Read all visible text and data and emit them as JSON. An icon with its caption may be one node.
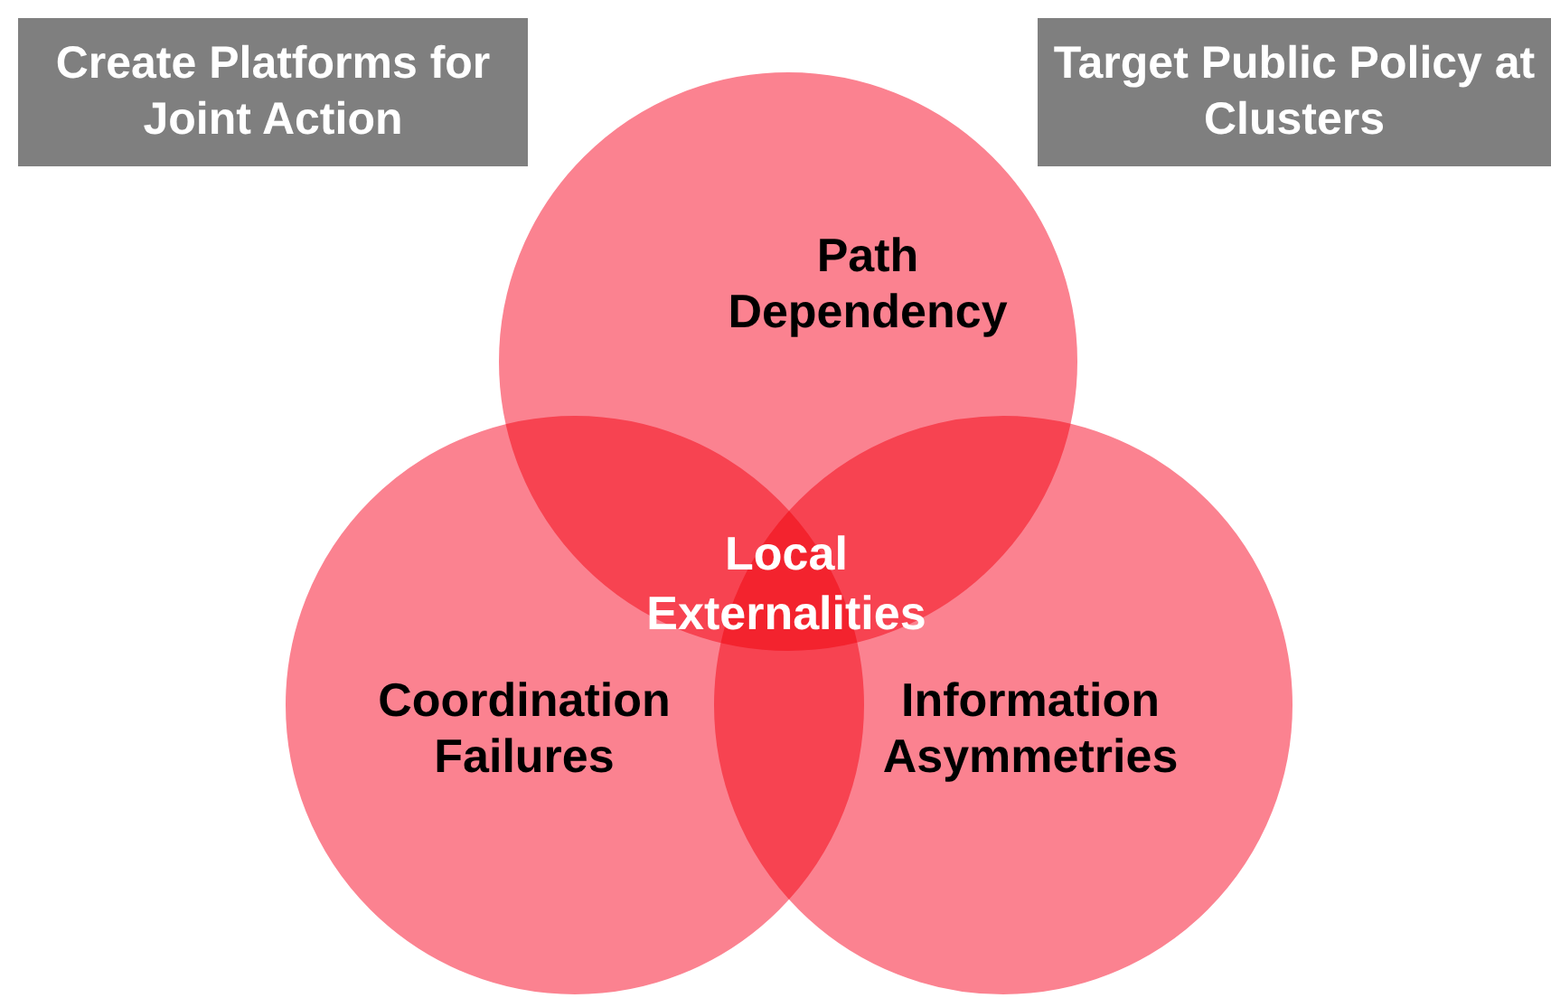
{
  "diagram": {
    "nodes": [
      {
        "text": [
          "Create Platforms for Joint Action"
        ]
      },
      {
        "text": [
          "Target Public Policy at Clusters"
        ]
      },
      {
        "text": [
          "Path Dependency"
        ]
      },
      {
        "text": [
          "Coordination Failures"
        ]
      },
      {
        "text": [
          "Information Asymmetries"
        ]
      }
    ],
    "labels": [
      "Local Externalities"
    ]
  }
}
